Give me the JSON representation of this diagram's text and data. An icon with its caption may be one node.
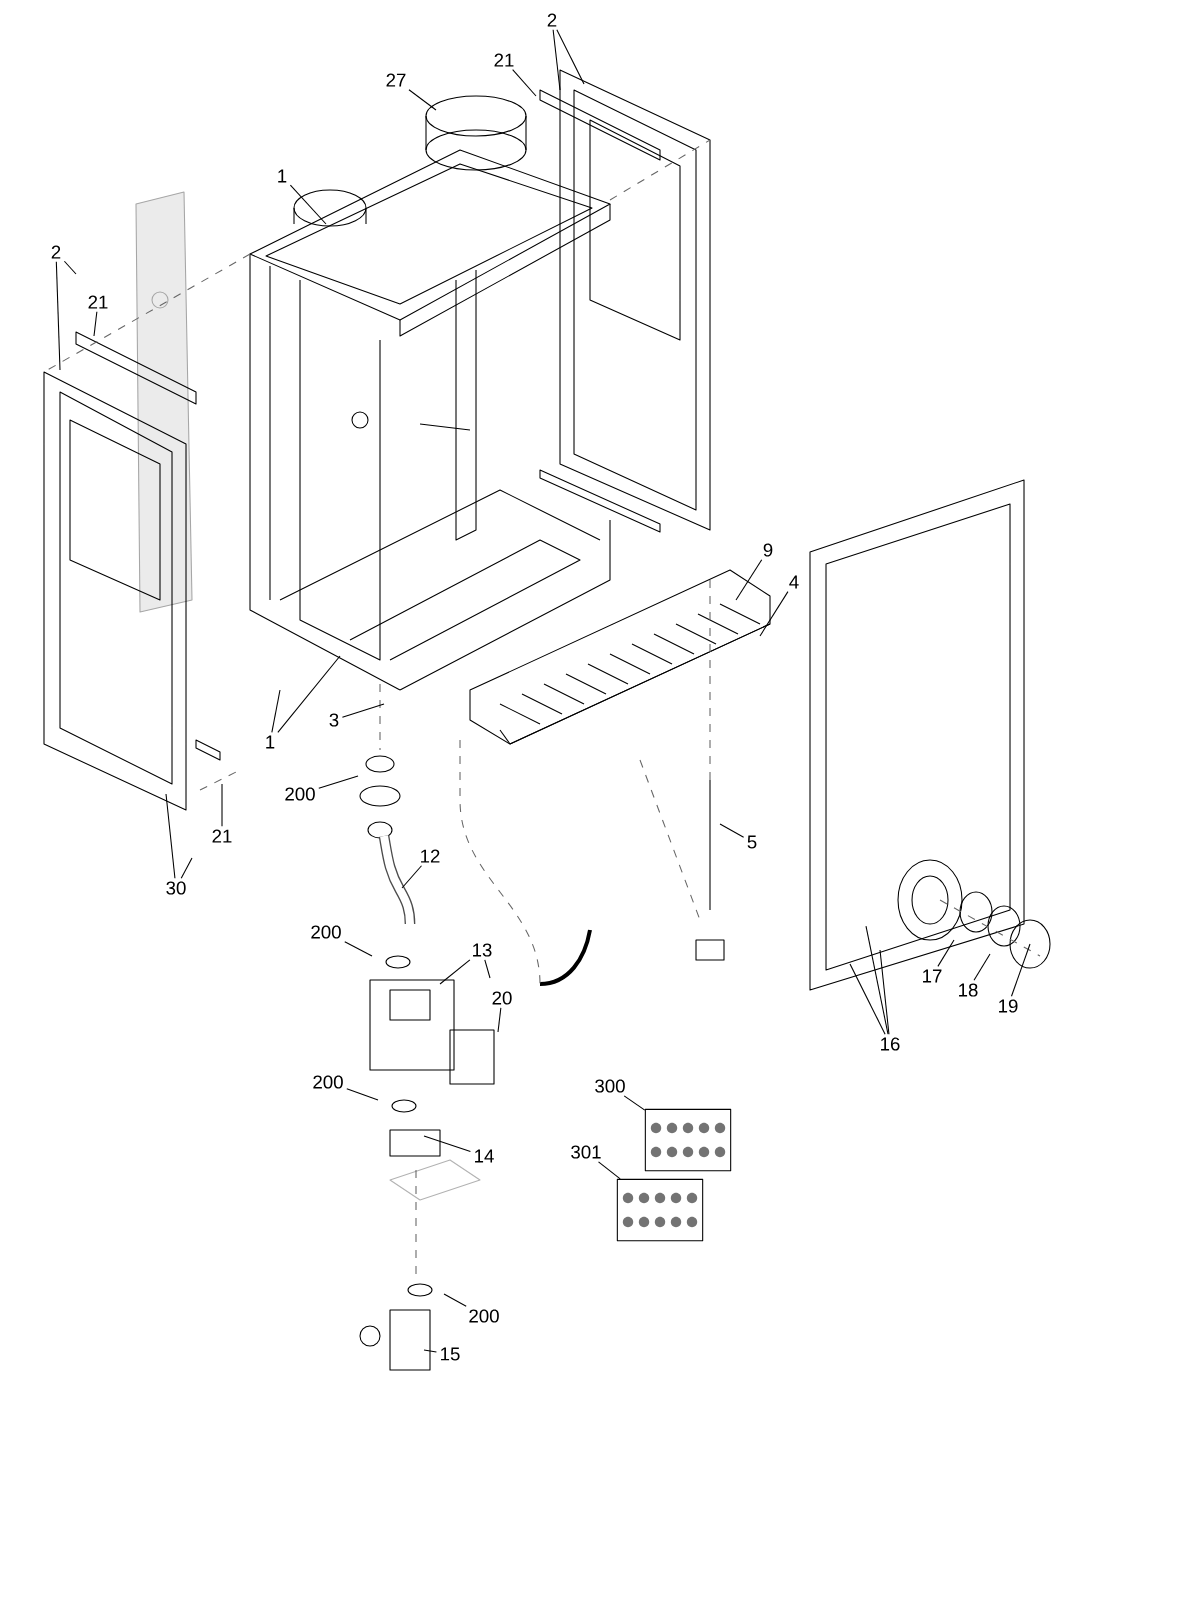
{
  "diagram": {
    "nodes": [
      {
        "text": [
          "2"
        ]
      },
      {
        "text": [
          "21"
        ]
      },
      {
        "text": [
          "27"
        ]
      },
      {
        "text": [
          "1"
        ]
      },
      {
        "text": [
          "2"
        ]
      },
      {
        "text": [
          "21"
        ]
      },
      {
        "text": [
          "9"
        ]
      },
      {
        "text": [
          "4"
        ]
      },
      {
        "text": [
          "1"
        ]
      },
      {
        "text": [
          "3"
        ]
      },
      {
        "text": [
          "200"
        ]
      },
      {
        "text": [
          "21"
        ]
      },
      {
        "text": [
          "30"
        ]
      },
      {
        "text": [
          "12"
        ]
      },
      {
        "text": [
          "5"
        ]
      },
      {
        "text": [
          "200"
        ]
      },
      {
        "text": [
          "13"
        ]
      },
      {
        "text": [
          "20"
        ]
      },
      {
        "text": [
          "17"
        ]
      },
      {
        "text": [
          "18"
        ]
      },
      {
        "text": [
          "19"
        ]
      },
      {
        "text": [
          "16"
        ]
      },
      {
        "text": [
          "200"
        ]
      },
      {
        "text": [
          "14"
        ]
      },
      {
        "text": [
          "300"
        ]
      },
      {
        "text": [
          "301"
        ]
      },
      {
        "text": [
          "200"
        ]
      },
      {
        "text": [
          "15"
        ]
      },
      {
        "text": [],
        "shape": "box"
      },
      {
        "text": [],
        "shape": "box"
      }
    ],
    "edges": [
      {
        "from": 0,
        "to": null,
        "arrow": "none"
      },
      {
        "from": 0,
        "to": null,
        "arrow": "none"
      },
      {
        "from": 1,
        "to": null,
        "arrow": "none"
      },
      {
        "from": 2,
        "to": null,
        "arrow": "none"
      },
      {
        "from": 3,
        "to": null,
        "arrow": "none"
      },
      {
        "from": 4,
        "to": null,
        "arrow": "none"
      },
      {
        "from": 4,
        "to": null,
        "arrow": "none"
      },
      {
        "from": 5,
        "to": null,
        "arrow": "none"
      },
      {
        "from": 6,
        "to": null,
        "arrow": "none"
      },
      {
        "from": 7,
        "to": null,
        "arrow": "none"
      },
      {
        "from": 8,
        "to": null,
        "arrow": "none"
      },
      {
        "from": 8,
        "to": null,
        "arrow": "none"
      },
      {
        "from": 9,
        "to": null,
        "arrow": "none"
      },
      {
        "from": 10,
        "to": null,
        "arrow": "none"
      },
      {
        "from": 11,
        "to": null,
        "arrow": "none"
      },
      {
        "from": 12,
        "to": null,
        "arrow": "none"
      },
      {
        "from": 12,
        "to": null,
        "arrow": "none"
      },
      {
        "from": 13,
        "to": null,
        "arrow": "none"
      },
      {
        "from": 14,
        "to": null,
        "arrow": "none"
      },
      {
        "from": 15,
        "to": null,
        "arrow": "none"
      },
      {
        "from": 16,
        "to": null,
        "arrow": "none"
      },
      {
        "from": 16,
        "to": null,
        "arrow": "none"
      },
      {
        "from": 17,
        "to": null,
        "arrow": "none"
      },
      {
        "from": 18,
        "to": null,
        "arrow": "none"
      },
      {
        "from": 19,
        "to": null,
        "arrow": "none"
      },
      {
        "from": 20,
        "to": null,
        "arrow": "none"
      },
      {
        "from": 21,
        "to": null,
        "arrow": "none"
      },
      {
        "from": 21,
        "to": null,
        "arrow": "none"
      },
      {
        "from": 21,
        "to": null,
        "arrow": "none"
      },
      {
        "from": 22,
        "to": null,
        "arrow": "none"
      },
      {
        "from": 23,
        "to": null,
        "arrow": "none"
      },
      {
        "from": 24,
        "to": 28,
        "arrow": "none"
      },
      {
        "from": 25,
        "to": 29,
        "arrow": "none"
      },
      {
        "from": 26,
        "to": null,
        "arrow": "none"
      },
      {
        "from": 27,
        "to": null,
        "arrow": "none"
      }
    ]
  }
}
